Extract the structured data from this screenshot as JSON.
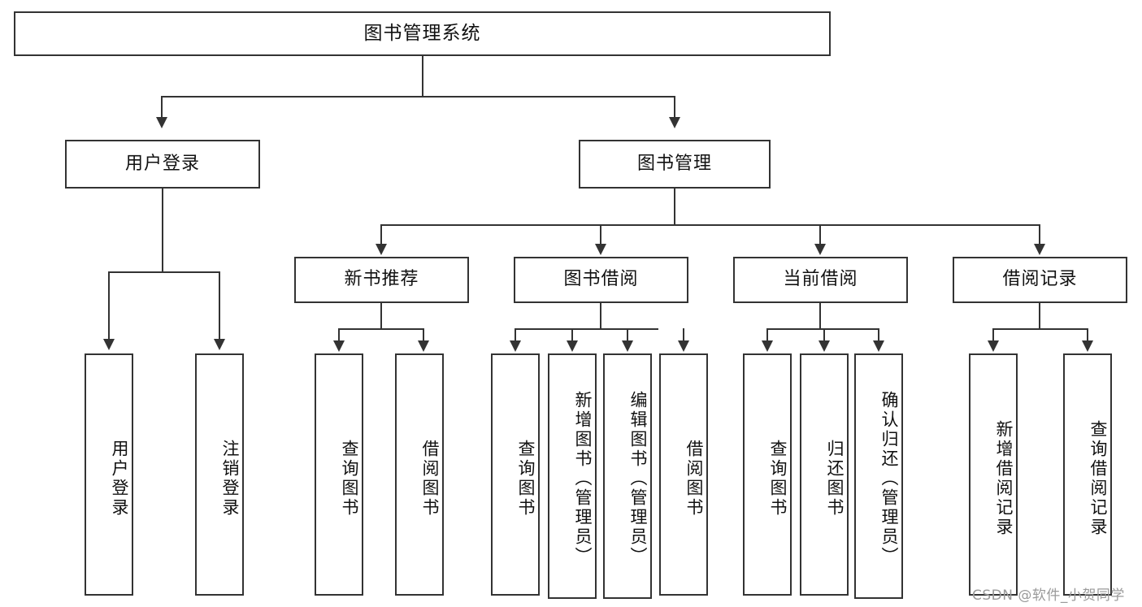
{
  "diagram": {
    "type": "tree-hierarchy-diagram",
    "root": {
      "label": "图书管理系统"
    },
    "level2": [
      {
        "label": "用户登录"
      },
      {
        "label": "图书管理"
      }
    ],
    "level3": [
      {
        "label": "新书推荐"
      },
      {
        "label": "图书借阅"
      },
      {
        "label": "当前借阅"
      },
      {
        "label": "借阅记录"
      }
    ],
    "leaves": {
      "user_login": [
        {
          "label": "用户登录"
        },
        {
          "label": "注销登录"
        }
      ],
      "new_book_recommend": [
        {
          "label": "查询图书"
        },
        {
          "label": "借阅图书"
        }
      ],
      "book_borrow": [
        {
          "label": "查询图书"
        },
        {
          "label": "新增图书（管理员）"
        },
        {
          "label": "编辑图书（管理员）"
        },
        {
          "label": "借阅图书"
        }
      ],
      "current_borrow": [
        {
          "label": "查询图书"
        },
        {
          "label": "归还图书"
        },
        {
          "label": "确认归还（管理员）"
        }
      ],
      "borrow_record": [
        {
          "label": "新增借阅记录"
        },
        {
          "label": "查询借阅记录"
        }
      ]
    }
  },
  "watermark": {
    "text": "CSDN @软件_小贺同学"
  },
  "colors": {
    "stroke": "#333333",
    "background": "#ffffff",
    "text": "#111111",
    "watermark": "#9a9a9a"
  }
}
